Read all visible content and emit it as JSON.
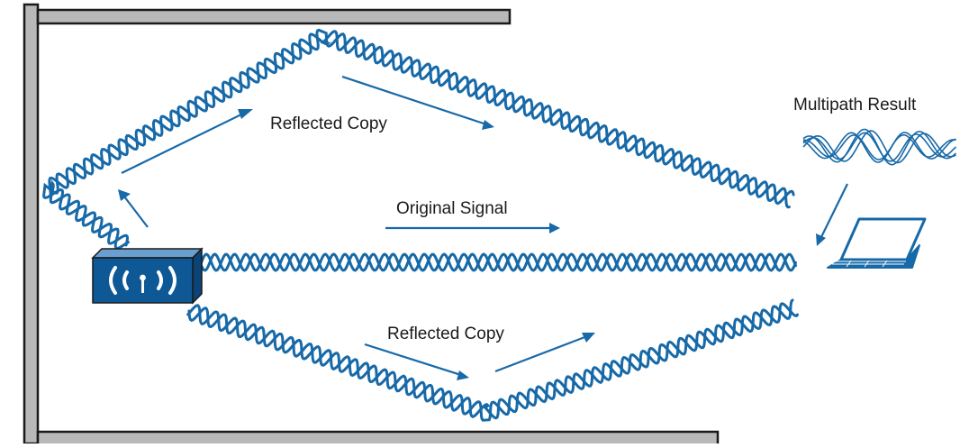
{
  "labels": {
    "reflected_top": "Reflected Copy",
    "original": "Original Signal",
    "reflected_bottom": "Reflected Copy",
    "multipath": "Multipath Result"
  },
  "colors": {
    "signal": "#1769a8",
    "wall": "#b8b8b8",
    "ap_dark": "#0e5896",
    "outline": "#1a1a1a"
  },
  "icons": {
    "access_point": "wireless-access-point-icon",
    "laptop": "laptop-icon"
  }
}
